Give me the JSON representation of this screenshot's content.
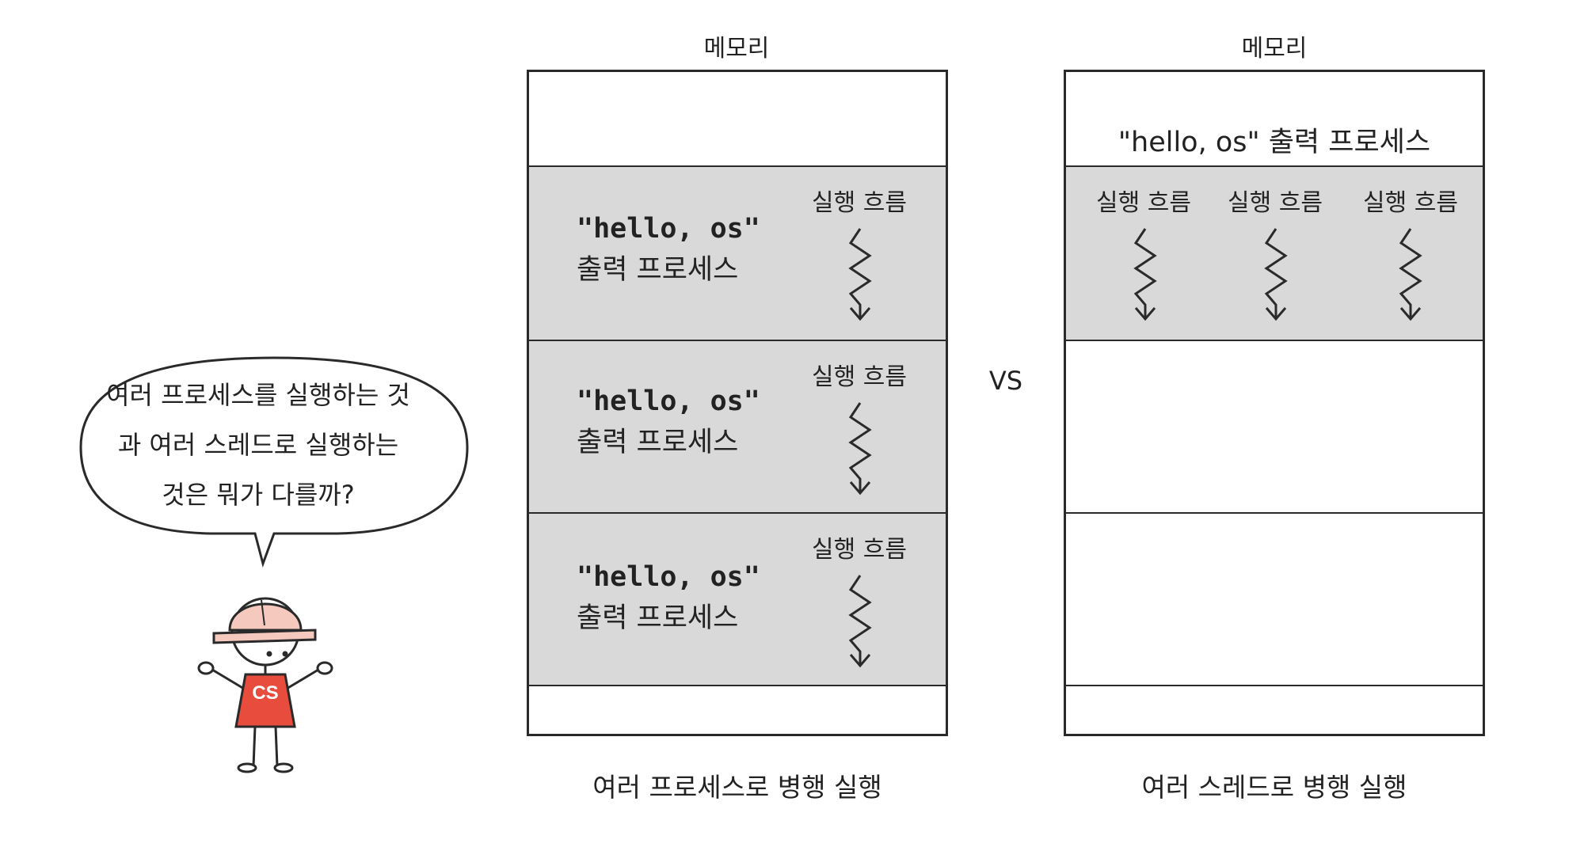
{
  "left_panel": {
    "memory_label": "메모리",
    "caption": "여러 프로세스로 병행 실행",
    "processes": [
      {
        "line1": "\"hello, os\"",
        "line2": "출력 프로세스",
        "flow_label": "실행 흐름"
      },
      {
        "line1": "\"hello, os\"",
        "line2": "출력 프로세스",
        "flow_label": "실행 흐름"
      },
      {
        "line1": "\"hello, os\"",
        "line2": "출력 프로세스",
        "flow_label": "실행 흐름"
      }
    ]
  },
  "vs_label": "VS",
  "right_panel": {
    "memory_label": "메모리",
    "caption": "여러 스레드로 병행 실행",
    "process_label": "\"hello, os\" 출력 프로세스",
    "threads": [
      {
        "flow_label": "실행 흐름"
      },
      {
        "flow_label": "실행 흐름"
      },
      {
        "flow_label": "실행 흐름"
      }
    ]
  },
  "speech_bubble": {
    "lines": [
      "여러 프로세스를 실행하는 것",
      "과 여러 스레드로 실행하는",
      "것은 뭐가 다를까?"
    ]
  },
  "character": {
    "shirt_text": "CS",
    "helmet_color": "#f6c9bf",
    "shirt_color": "#e84c3d"
  },
  "colors": {
    "segment_fill": "#d9d9d9",
    "border": "#2a2a2a"
  }
}
